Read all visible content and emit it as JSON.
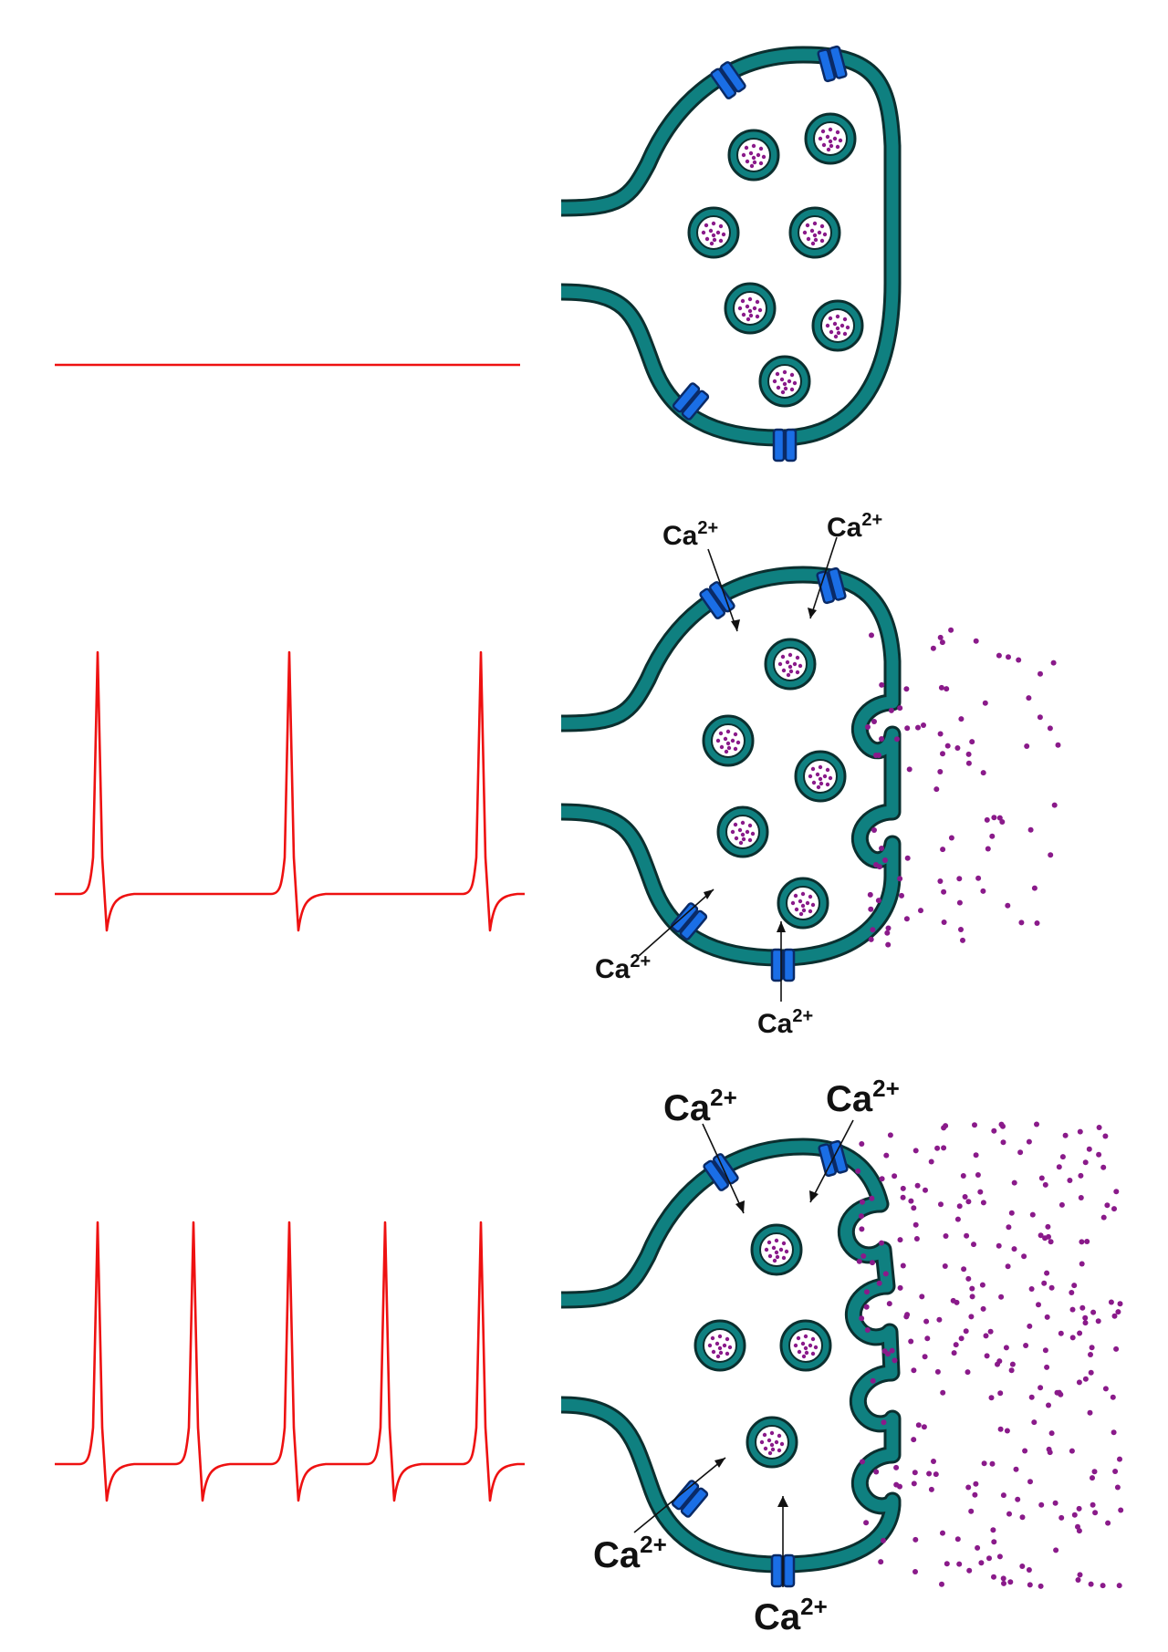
{
  "colors": {
    "trace": "#ee1111",
    "membrane": "#0f8080",
    "membrane_outline": "#0b2f2f",
    "channel": "#1a6ee6",
    "neurotransmitter": "#8a1a8a"
  },
  "panels": [
    {
      "spike_count": 0,
      "labels": []
    },
    {
      "spike_count": 3,
      "labels": [
        "Ca",
        "2+",
        "Ca",
        "2+",
        "Ca",
        "2+",
        "Ca",
        "2+"
      ]
    },
    {
      "spike_count": 5,
      "labels": [
        "Ca",
        "2+",
        "Ca",
        "2+",
        "Ca",
        "2+",
        "Ca",
        "2+"
      ]
    }
  ],
  "ion_label": {
    "base": "Ca",
    "charge": "2+"
  }
}
